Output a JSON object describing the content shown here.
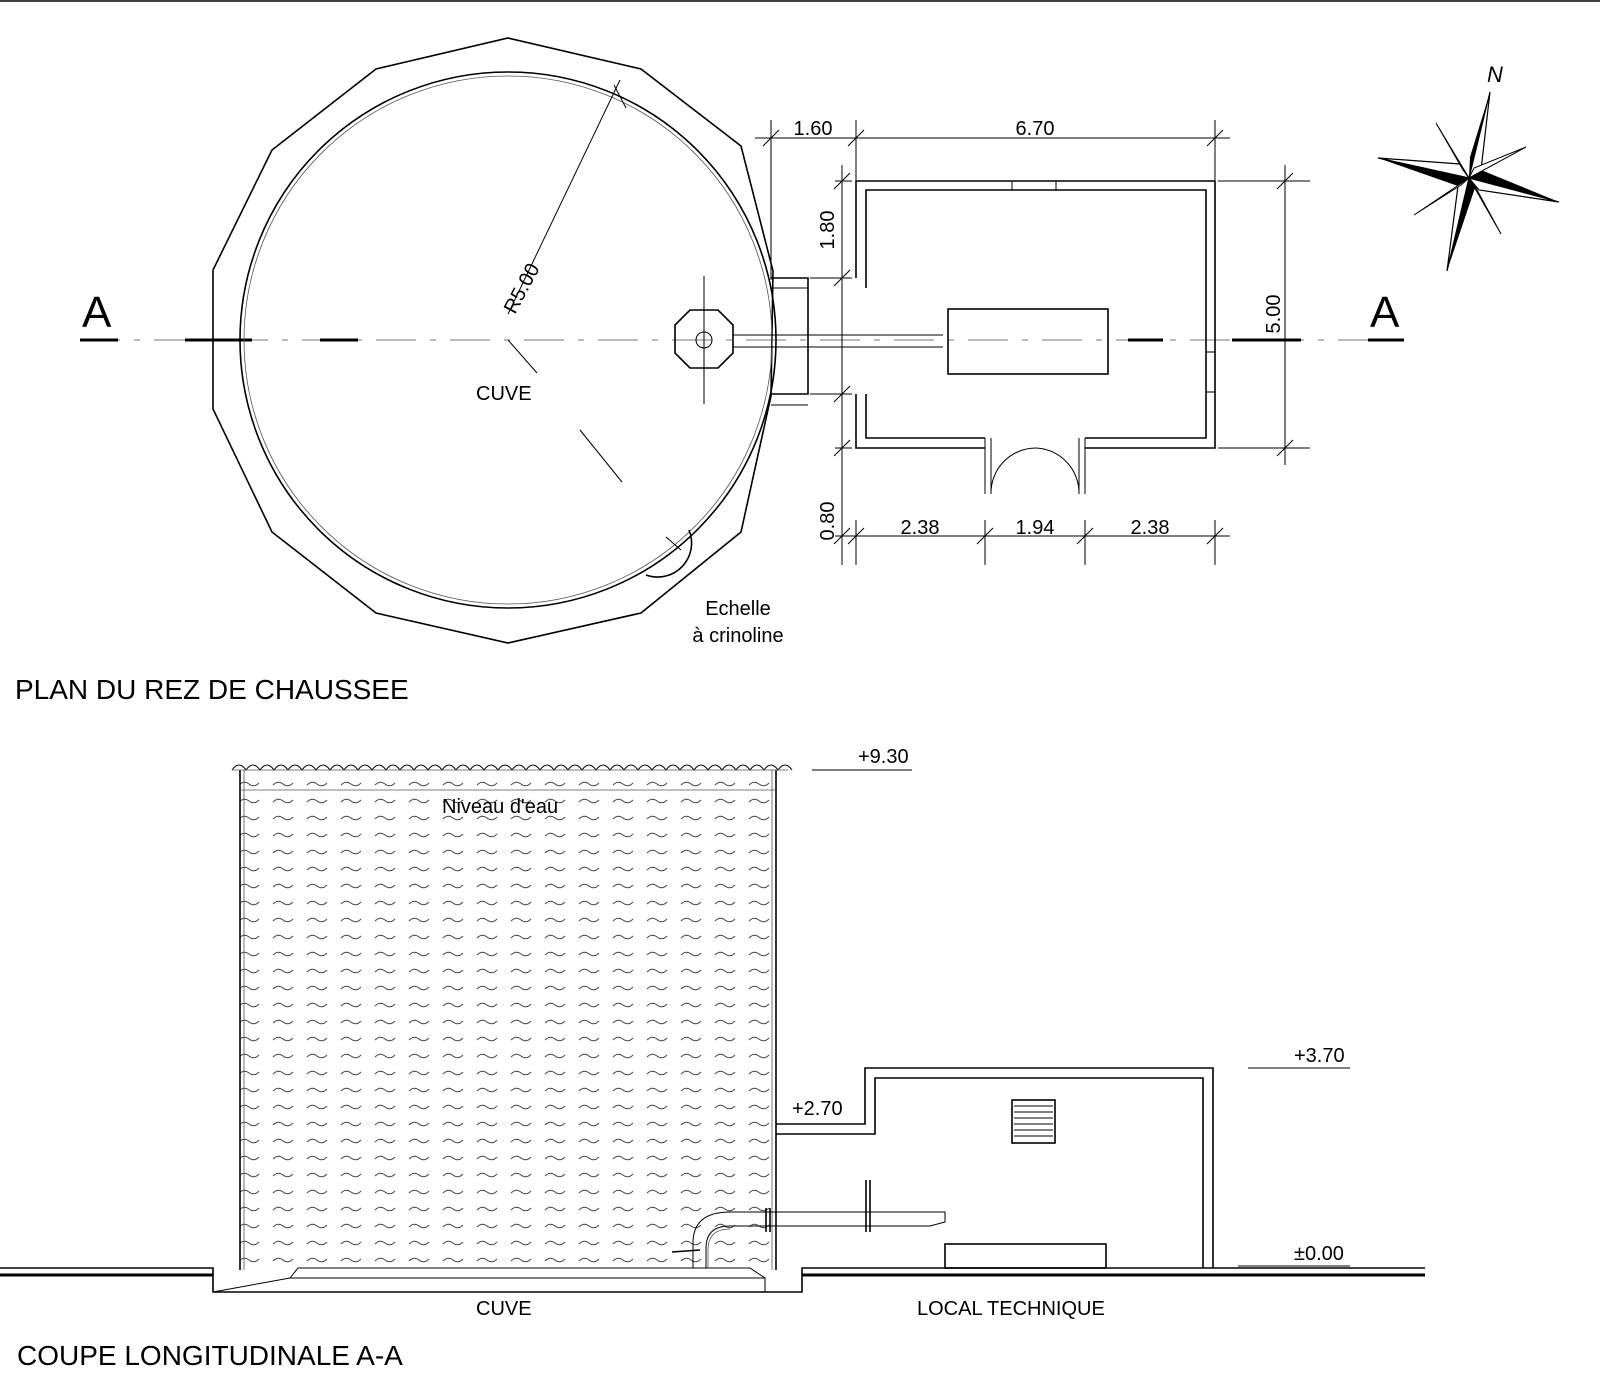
{
  "plan": {
    "title": "PLAN DU REZ DE CHAUSSEE",
    "tank_label": "CUVE",
    "radius_label": "R5.00",
    "ladder_label": [
      "Echelle",
      "à crinoline"
    ],
    "section_marker": "A",
    "north_label": "N",
    "dimensions": {
      "top_left": "1.60",
      "top_right": "6.70",
      "left_upper": "1.80",
      "left_lower": "0.80",
      "right": "5.00",
      "bottom_left": "2.38",
      "bottom_door": "1.94",
      "bottom_right": "2.38"
    }
  },
  "section": {
    "title": "COUPE LONGITUDINALE A-A",
    "water_level_label": "Niveau d'eau",
    "tank_label": "CUVE",
    "room_label": "LOCAL TECHNIQUE",
    "levels": {
      "top": "+9.30",
      "room_roof": "+3.70",
      "connector": "+2.70",
      "ground": "±0.00"
    }
  }
}
